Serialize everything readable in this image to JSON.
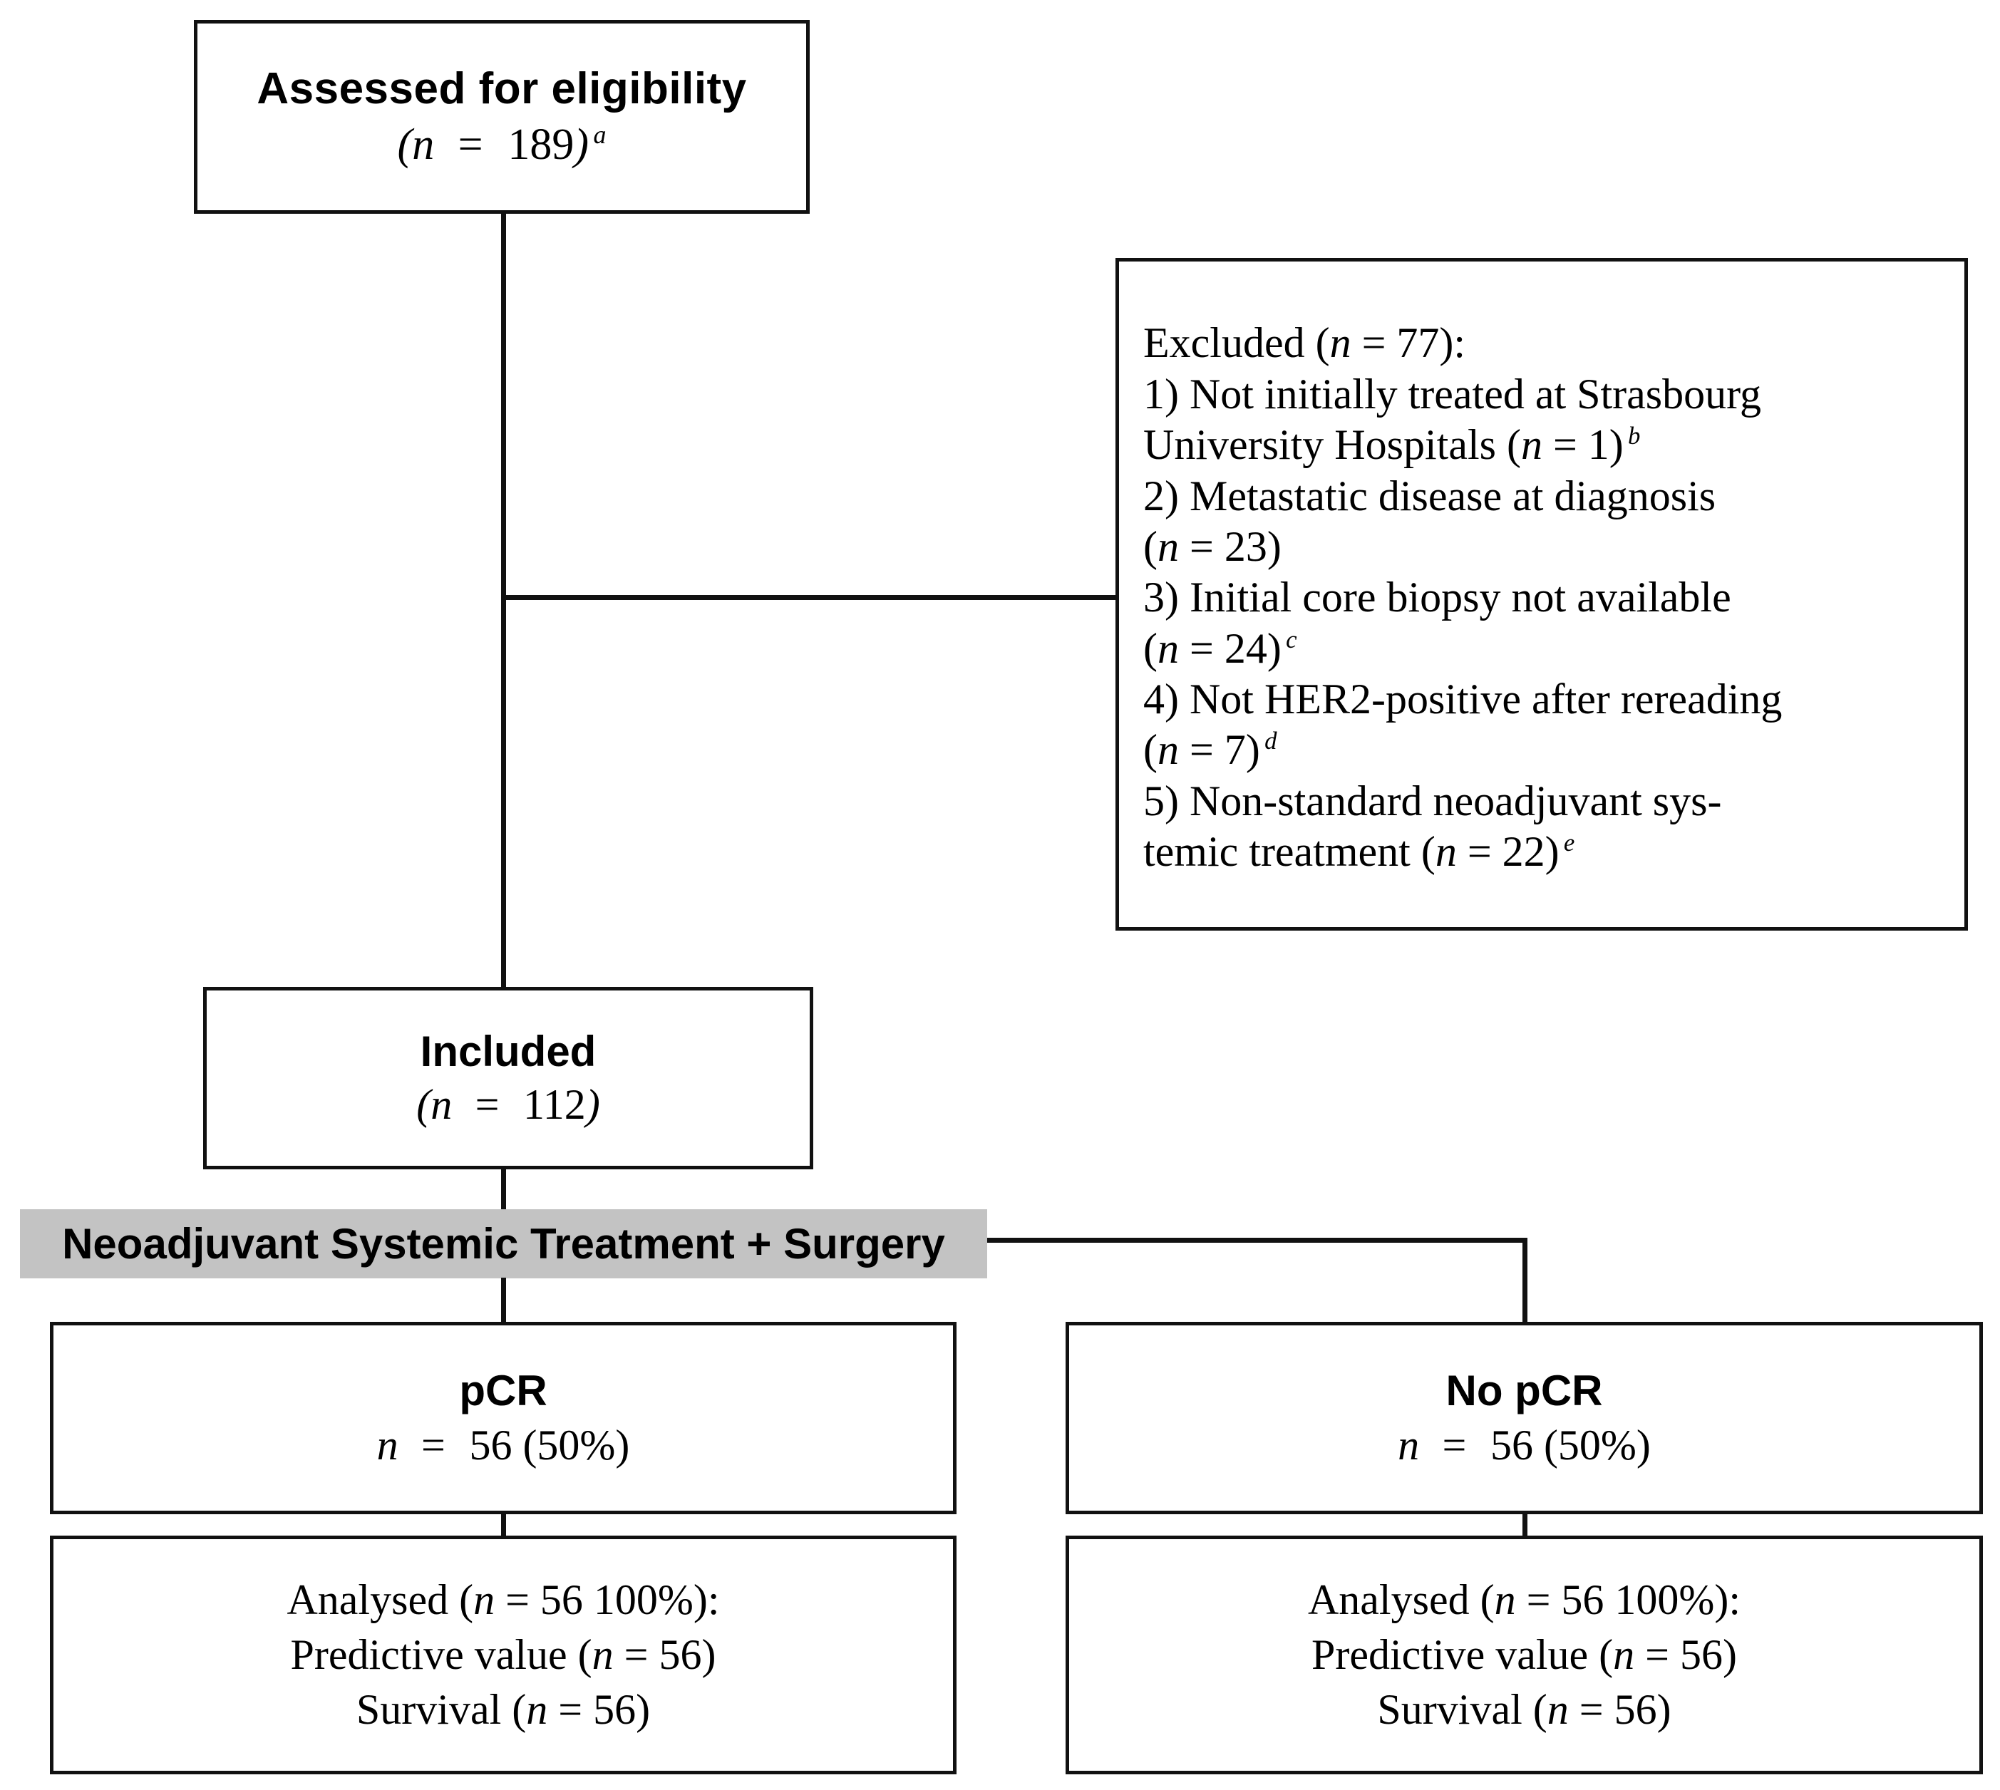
{
  "diagram": {
    "type": "consort-flow",
    "accent_color": "#111111",
    "banner_color": "#c3c3c3",
    "background": "#ffffff"
  },
  "assessed": {
    "title": "Assessed for eligibility",
    "n_label": "(n  =  189)",
    "footnote": "a",
    "n": 189
  },
  "excluded": {
    "header": "Excluded (n = 77):",
    "n": 77,
    "reasons": [
      {
        "line1": "1) Not initially treated at Strasbourg",
        "line2": "University Hospitals (n = 1)",
        "footnote": "b",
        "n": 1
      },
      {
        "line1": "2) Metastatic disease at diagnosis",
        "line2": "(n = 23)",
        "footnote": "",
        "n": 23
      },
      {
        "line1": "3) Initial core biopsy not available",
        "line2": "(n = 24)",
        "footnote": "c",
        "n": 24
      },
      {
        "line1": "4) Not HER2-positive after rereading",
        "line2": "(n = 7)",
        "footnote": "d",
        "n": 7
      },
      {
        "line1": "5) Non-standard neoadjuvant sys-",
        "line2": "temic treatment (n = 22)",
        "footnote": "e",
        "n": 22
      }
    ]
  },
  "included": {
    "title": "Included",
    "n_label": "(n  =  112)",
    "n": 112
  },
  "banner": {
    "label": "Neoadjuvant Systemic Treatment + Surgery"
  },
  "arms": [
    {
      "title": "pCR",
      "n_label": "n  =  56 (50%)",
      "n": 56,
      "percent": "50%",
      "analysed": {
        "line1": "Analysed (n  =  56 100%):",
        "line2": "Predictive value (n  =  56)",
        "line3": "Survival (n  =  56)"
      }
    },
    {
      "title": "No  pCR",
      "n_label": "n  =  56 (50%)",
      "n": 56,
      "percent": "50%",
      "analysed": {
        "line1": "Analysed (n  =  56 100%):",
        "line2": "Predictive value (n  =  56)",
        "line3": "Survival (n  =  56)"
      }
    }
  ]
}
